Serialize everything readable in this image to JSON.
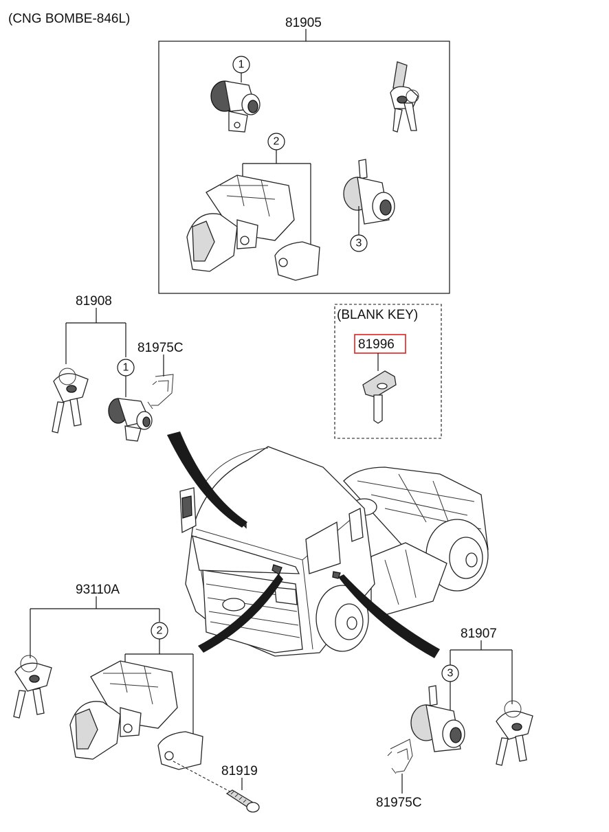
{
  "diagram": {
    "header_note": "(CNG BOMBE-846L)",
    "labels": {
      "assembly_top": "81905",
      "key_set_left": "81908",
      "spring_clip_upper": "81975C",
      "blank_key_header": "(BLANK KEY)",
      "blank_key_part": "81996",
      "lock_set_lower": "93110A",
      "screw": "81919",
      "key_set_right": "81907",
      "spring_clip_lower": "81975C"
    },
    "callouts": {
      "one": "1",
      "two": "2",
      "three": "3"
    },
    "colors": {
      "line": "#111111",
      "highlight_box": "#e0201b",
      "arrow": "#1a1a1a"
    }
  }
}
